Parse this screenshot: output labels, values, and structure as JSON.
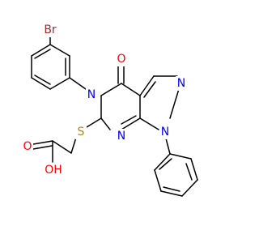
{
  "atoms": {
    "br": {
      "text": "Br",
      "color": "#a52a2a"
    },
    "o_keto": {
      "text": "O",
      "color": "#ff0000"
    },
    "n5": {
      "text": "N",
      "color": "#0000ff"
    },
    "n2": {
      "text": "N",
      "color": "#0000ff"
    },
    "n1": {
      "text": "N",
      "color": "#0000ff"
    },
    "n7": {
      "text": "N",
      "color": "#0000ff"
    },
    "s": {
      "text": "S",
      "color": "#b8860b"
    },
    "o_acid": {
      "text": "O",
      "color": "#ff0000"
    },
    "oh": {
      "text": "OH",
      "color": "#ff0000"
    }
  }
}
